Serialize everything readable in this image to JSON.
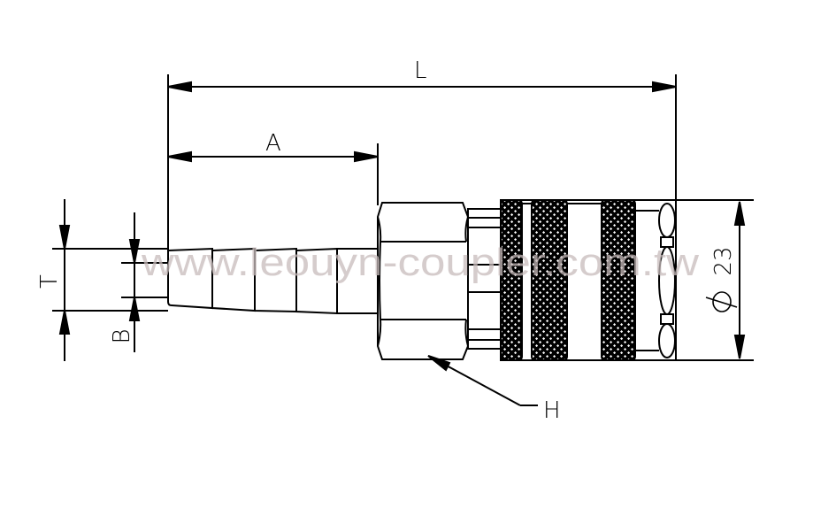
{
  "drawing": {
    "subject": "Quick coupler socket with hose barb (technical dimension drawing)",
    "watermark": "www.leouyn-coupler.com.tw",
    "dimensions": {
      "overall_length": {
        "label": "L"
      },
      "barb_length": {
        "label": "A"
      },
      "hose_barb_od": {
        "label": "T"
      },
      "bore": {
        "label": "B"
      },
      "hex": {
        "label": "H"
      },
      "sleeve_diameter": {
        "symbol": "Φ",
        "value": "23",
        "label": "Φ 23"
      }
    },
    "colors": {
      "line": "#000000",
      "background": "#ffffff",
      "watermark": "#c8bcbc"
    }
  }
}
